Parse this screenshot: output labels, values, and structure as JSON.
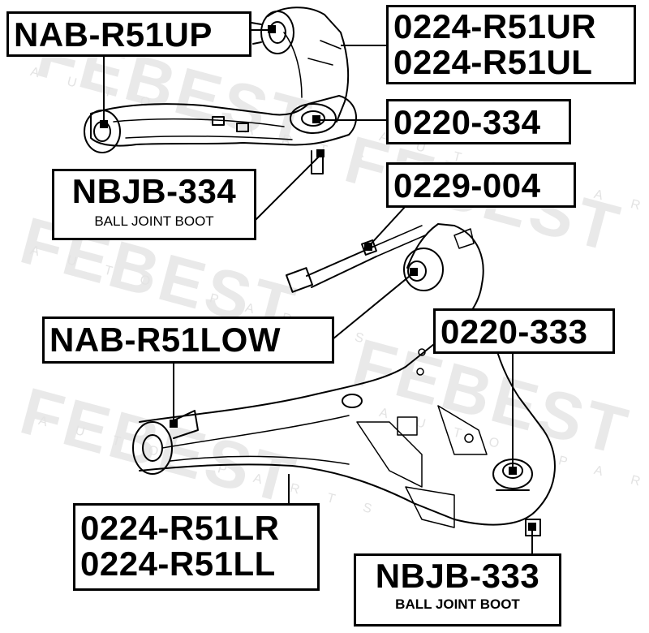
{
  "watermark": {
    "brand": "FEBEST",
    "tagline": "AUTO PARTS"
  },
  "labels": {
    "nab_r51up": "NAB-R51UP",
    "upper_arm_r": "0224-R51UR",
    "upper_arm_l": "0224-R51UL",
    "joint_0220_334": "0220-334",
    "nbjb_334": "NBJB-334",
    "nbjb_334_desc": "BALL JOINT BOOT",
    "bolt_0229_004": "0229-004",
    "nab_r51low": "NAB-R51LOW",
    "joint_0220_333": "0220-333",
    "lower_arm_r": "0224-R51LR",
    "lower_arm_l": "0224-R51LL",
    "nbjb_333": "NBJB-333",
    "nbjb_333_desc": "BALL JOINT BOOT"
  },
  "colors": {
    "outline": "#000000",
    "watermark": "#e9e9e9",
    "background": "#ffffff"
  }
}
